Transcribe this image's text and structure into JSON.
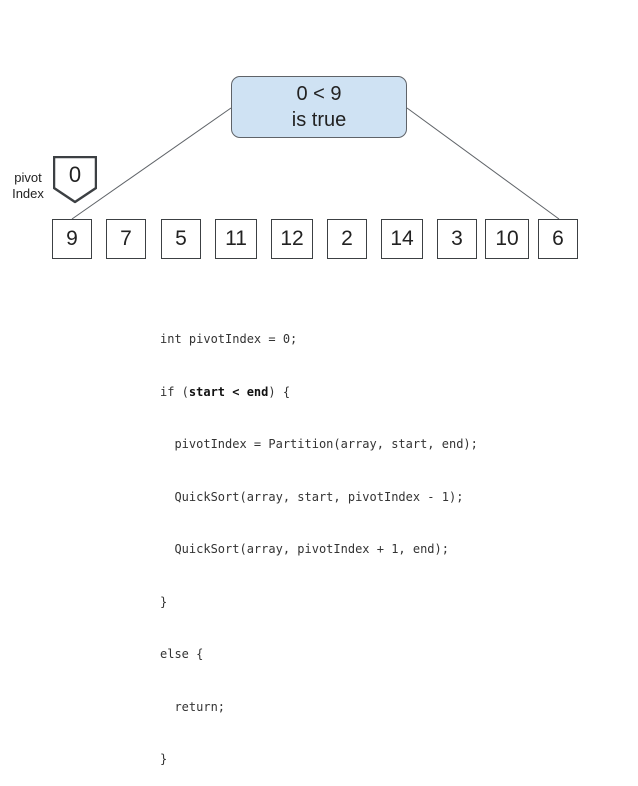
{
  "condition": {
    "line1": "0 < 9",
    "line2": "is true",
    "fill_color": "#cfe2f3"
  },
  "pivot": {
    "label_line1": "pivot",
    "label_line2": "Index",
    "value": "0"
  },
  "array": [
    "9",
    "7",
    "5",
    "11",
    "12",
    "2",
    "14",
    "3",
    "10",
    "6"
  ],
  "code": {
    "l1": "int pivotIndex = 0;",
    "l2_pre": "if (",
    "l2_bold": "start < end",
    "l2_post": ") {",
    "l3": "  pivotIndex = Partition(array, start, end);",
    "l4": "  QuickSort(array, start, pivotIndex - 1);",
    "l5": "  QuickSort(array, pivotIndex + 1, end);",
    "l6": "}",
    "l7": "else {",
    "l8": "  return;",
    "l9": "}"
  }
}
